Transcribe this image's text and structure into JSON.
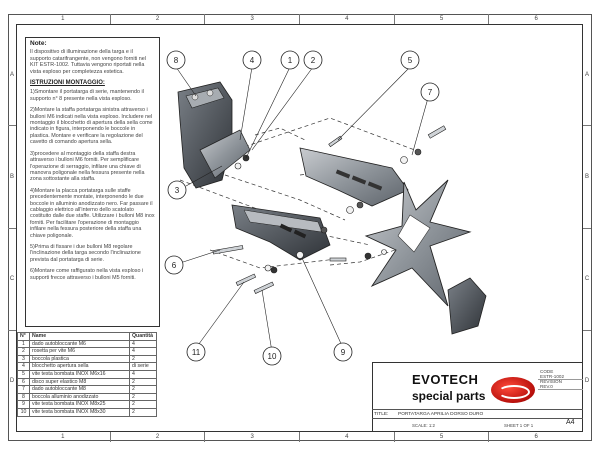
{
  "border": {
    "columns": [
      "1",
      "2",
      "3",
      "4",
      "5",
      "6"
    ],
    "rows": [
      "A",
      "B",
      "C",
      "D"
    ]
  },
  "notes": {
    "title": "Note:",
    "intro": "Il dispositivo di illuminazione della targa e il supporto catarifrangente, non vengono forniti nel KIT ESTR-1002. Tuttavia vengono riportati nella vista esploso per completezza estetica.",
    "instructions_title": "ISTRUZIONI MONTAGGIO:",
    "steps": [
      "1)Smontare il portatarga di serie, mantenendo il supporto n° 8 presente nella vista esploso.",
      "2)Montare la staffa portatarga sinistra attraverso i bulloni M6 indicati nella vista esploso. Includere nel montaggio il blocchetto di apertura della sella come indicato in figura, interponendo le boccole in plastica. Montare e verificare la regolazione del cavetto di comando apertura sella.",
      "3)procedere al montaggio della staffa destra attraverso i bulloni M6 forniti. Per semplificare l'operazione di serraggio, infilare una chiave di manovra poligonale nella fessura presente nella zona sottostante alla staffa.",
      "4)Montare la placca portatarga sulle staffe precedentemente montate, interponendo le due boccole in alluminio anodizzato nero. Far passare il cablaggio elettrico all'interno dello scatolato costituito dalle due staffe. Utilizzare i bulloni M8 inox forniti. Per facilitare l'operazione di montaggio infilare nella fessura posteriore della staffa una chiave poligonale.",
      "5)Prima di fissare i due bulloni M8 regolare l'inclinazione della targa secondo l'inclinazione prevista dal portatarga di serie.",
      "6)Montare come raffigurato nella vista esploso i supporti frecce attraverso i bulloni M5 forniti."
    ]
  },
  "bom": {
    "headers": [
      "N°",
      "Name",
      "Quantità"
    ],
    "rows": [
      [
        "1",
        "dado autobloccante M6",
        "4"
      ],
      [
        "2",
        "rosetta per vite M6",
        "4"
      ],
      [
        "3",
        "boccola plastica",
        "2"
      ],
      [
        "4",
        "blocchetto apertura sella",
        "di serie"
      ],
      [
        "5",
        "vite testa bombata INOX M6x16",
        "4"
      ],
      [
        "6",
        "disco super elastico M8",
        "2"
      ],
      [
        "7",
        "dado autobloccante M8",
        "2"
      ],
      [
        "8",
        "boccola alluminio anodizzato",
        "2"
      ],
      [
        "9",
        "vite testa bombata INOX M8x25",
        "2"
      ],
      [
        "10",
        "vite testa bombata INOX M8x30",
        "2"
      ]
    ]
  },
  "title_block": {
    "brand": "EVOTECH",
    "tagline": "special parts",
    "code_label": "CODE",
    "code_value": "ESTR-1002",
    "revision_label": "REVISION",
    "revision_value": "REV.0",
    "title_label": "TITLE:",
    "title_value": "PORTATARGA APRILIA DORSO DURO",
    "scale": "SCALE: 1:2",
    "sheet": "SHEET 1 OF 1",
    "size": "A4"
  },
  "callouts": [
    "1",
    "2",
    "3",
    "4",
    "5",
    "6",
    "7",
    "8",
    "9",
    "10",
    "11"
  ],
  "colors": {
    "logo_red": "#c8120d",
    "part_gray": "#8f959b",
    "part_dark": "#4a4f55"
  }
}
